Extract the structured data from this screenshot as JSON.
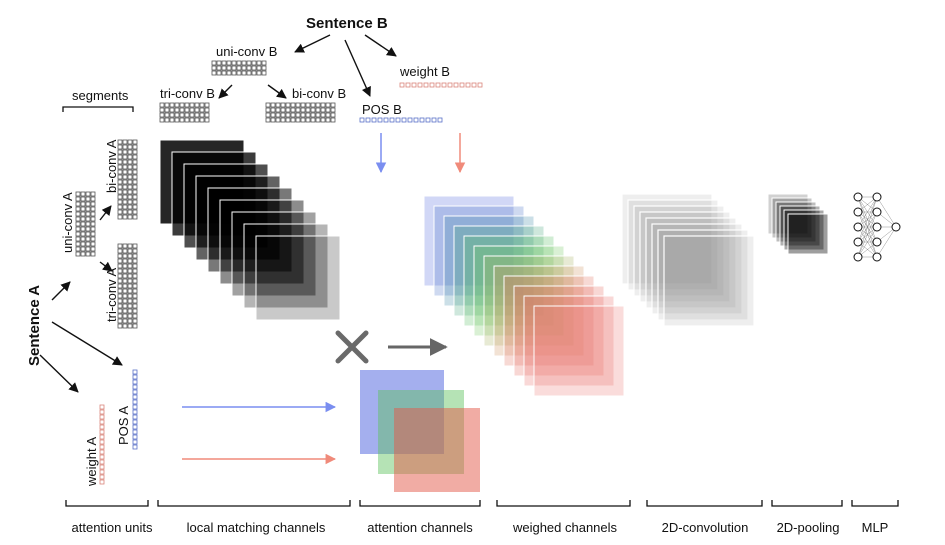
{
  "sentence_b": {
    "title": "Sentence B",
    "uni_conv": "uni-conv B",
    "tri_conv": "tri-conv B",
    "bi_conv": "bi-conv B",
    "weight": "weight B",
    "pos": "POS B"
  },
  "sentence_a": {
    "title": "Sentence A",
    "segments": "segments",
    "uni_conv": "uni-conv A",
    "bi_conv": "bi-conv A",
    "tri_conv": "tri-conv A",
    "pos": "POS A",
    "weight": "weight A"
  },
  "sections": [
    "attention units",
    "local matching channels",
    "attention channels",
    "weighed channels",
    "2D-convolution",
    "2D-pooling",
    "MLP"
  ],
  "colors": {
    "black": "#000000",
    "blue": "#5a6ee0",
    "green": "#5cc15c",
    "red": "#e35a4a",
    "gray": "#808080",
    "weight_box": "#d9857a",
    "pos_box": "#5a70c8"
  }
}
